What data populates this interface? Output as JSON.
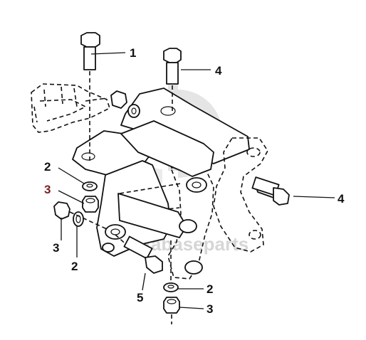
{
  "watermark": {
    "logo_icon": "db-logo-icon",
    "text": "Databaseparts",
    "color": "#d6d6d6"
  },
  "callouts": {
    "c1": "1",
    "c2a": "2",
    "c2b": "2",
    "c2c": "2",
    "c3a": "3",
    "c3b": "3",
    "c3c": "3",
    "c4a": "4",
    "c4b": "4",
    "c5": "5"
  },
  "colors": {
    "line": "#111111",
    "callout_3_highlight": "#7a1f1f"
  }
}
